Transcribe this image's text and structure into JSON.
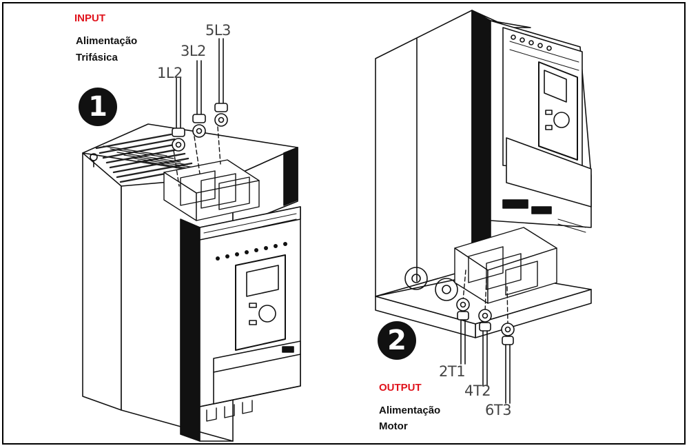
{
  "input": {
    "title": "INPUT",
    "line1": "Alimentação",
    "line2": "Trifásica",
    "step": "1",
    "terminals": [
      "1L2",
      "3L2",
      "5L3"
    ]
  },
  "output": {
    "title": "OUTPUT",
    "line1": "Alimentação",
    "line2": "Motor",
    "step": "2",
    "terminals": [
      "2T1",
      "4T2",
      "6T3"
    ]
  },
  "colors": {
    "accent": "#e0121b",
    "ink": "#111111"
  }
}
